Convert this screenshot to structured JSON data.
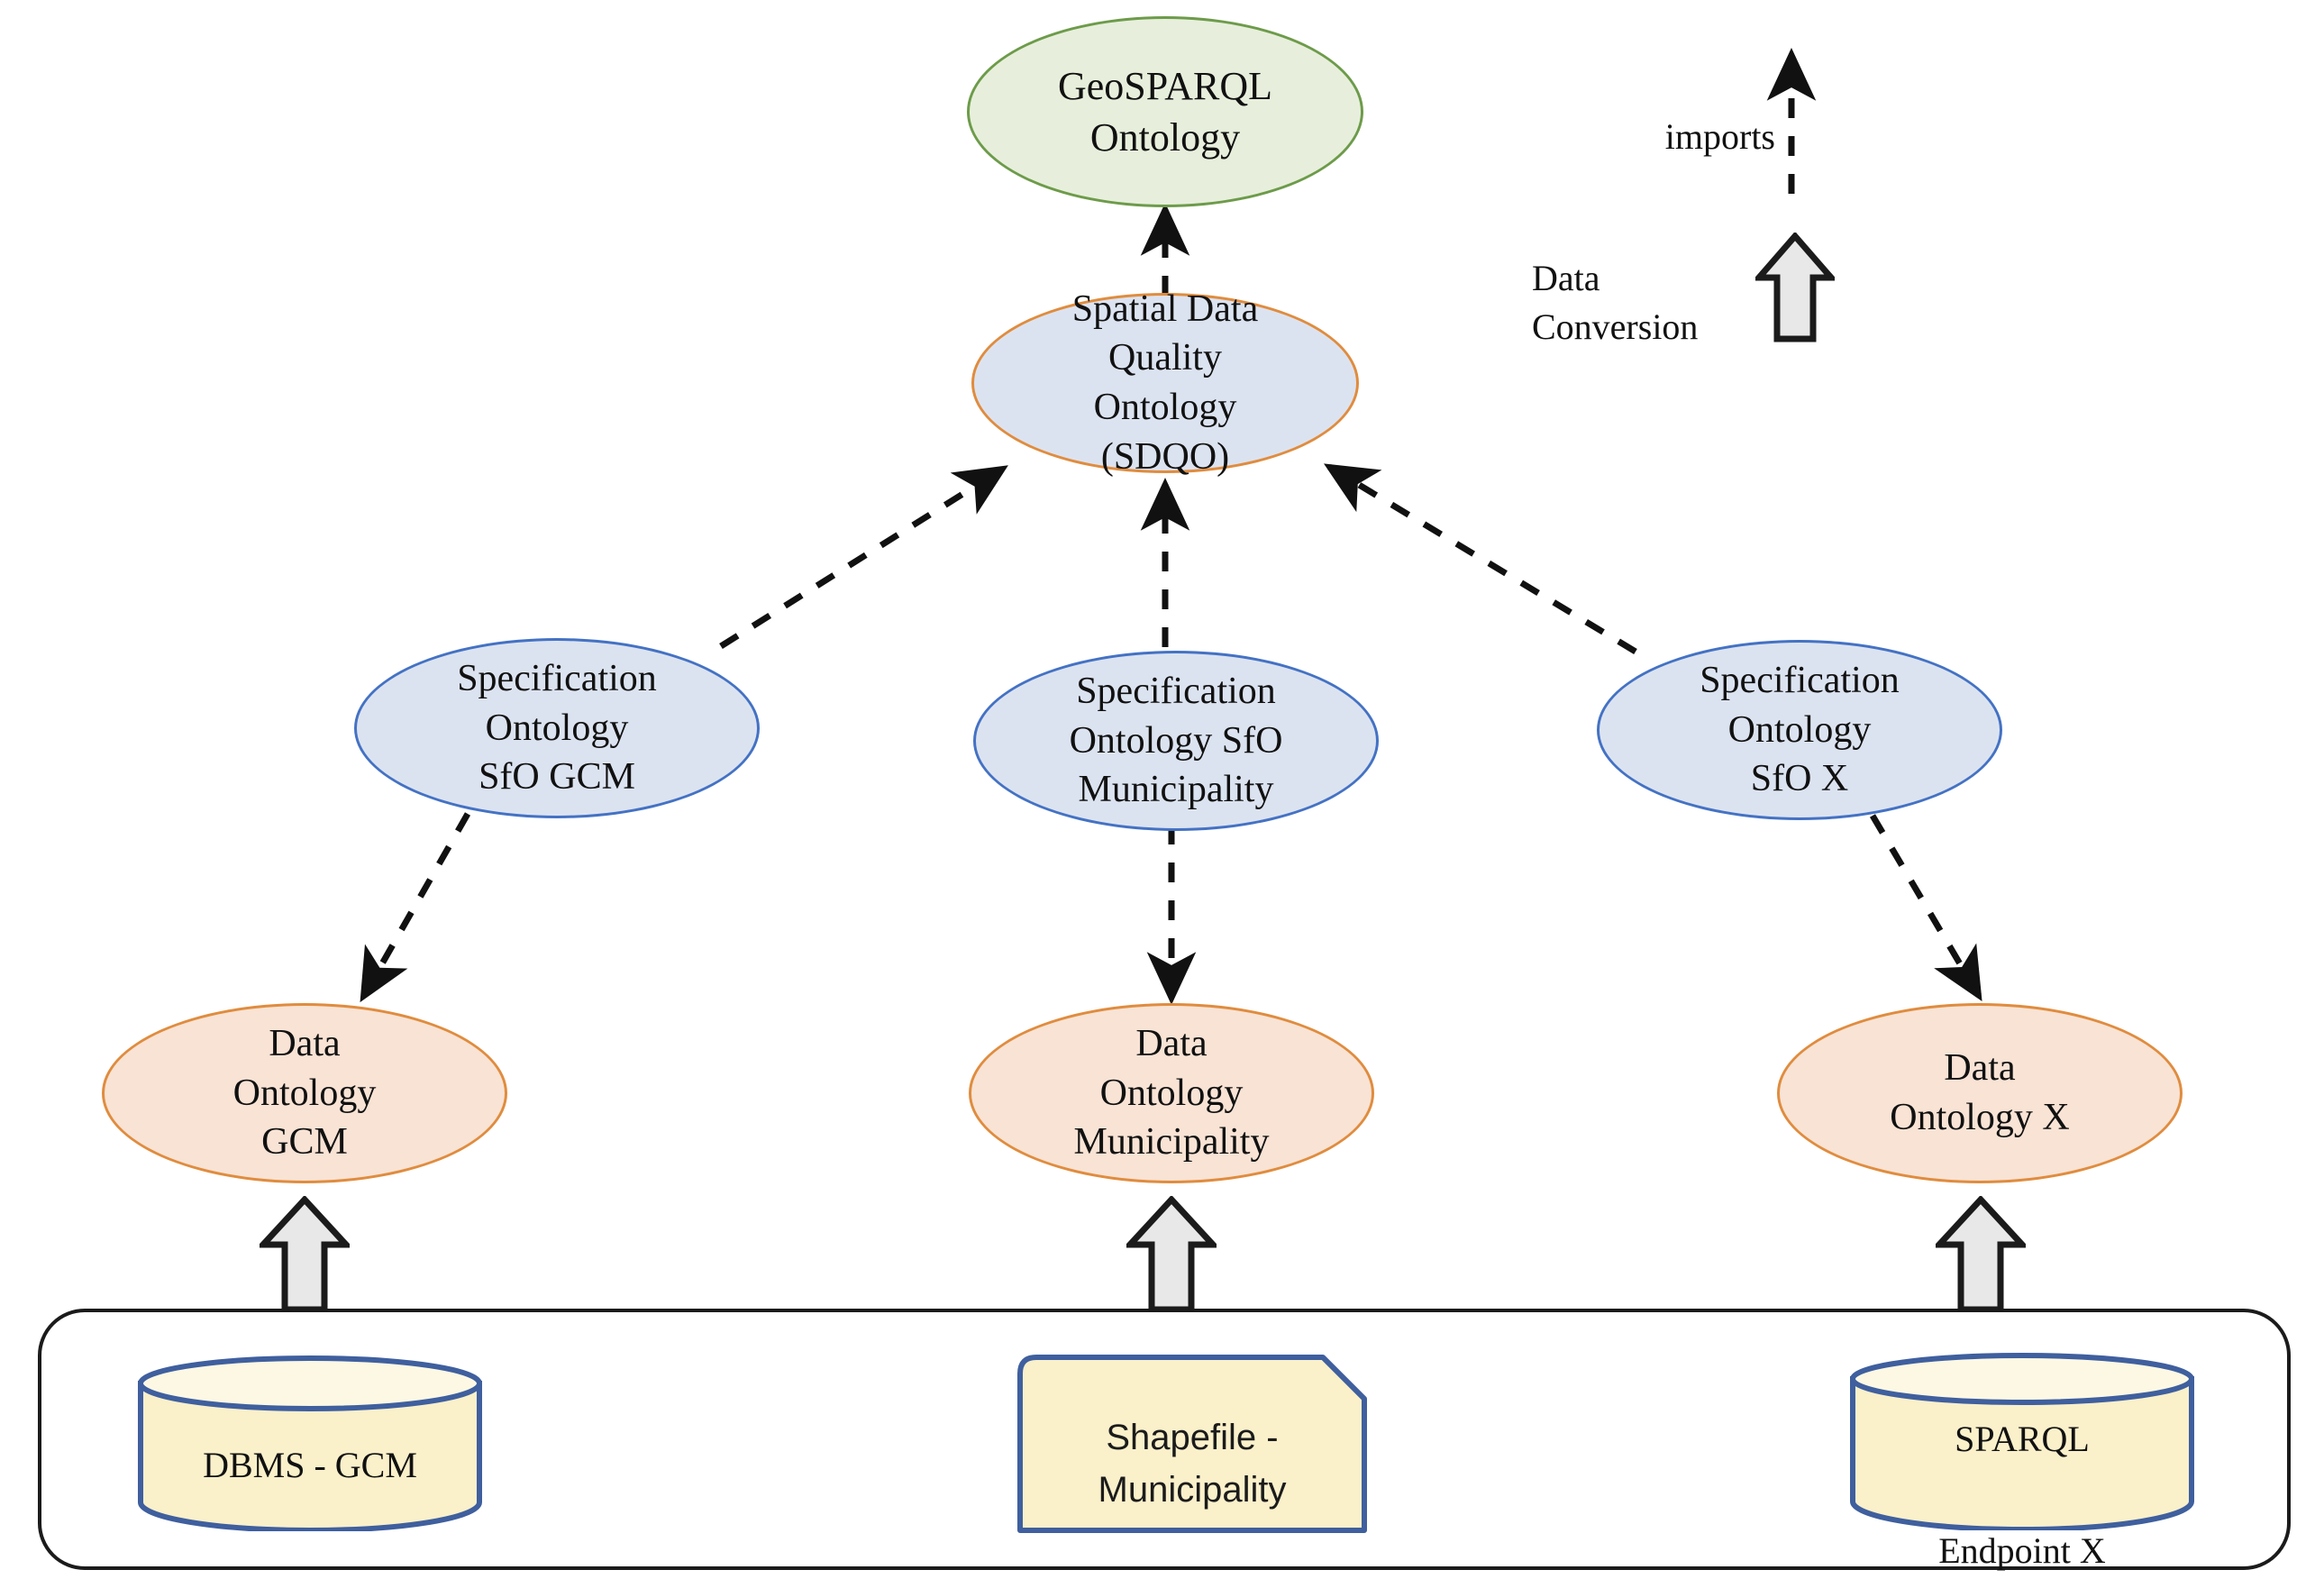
{
  "diagram": {
    "title": "Ontology architecture for spatial data quality",
    "background": "#ffffff"
  },
  "colors": {
    "geosparql_fill": "#e7efdc",
    "geosparql_stroke": "#6d9b4a",
    "sdqo_fill": "#dce3f0",
    "sdqo_stroke": "#e08c3e",
    "spec_fill": "#dce3f0",
    "spec_stroke": "#4472c4",
    "data_ontology_fill": "#f8e3d5",
    "data_ontology_stroke": "#e08c3e",
    "source_fill": "#faf0ca",
    "source_stroke": "#3f5f9e",
    "container_stroke": "#1b1b1b",
    "arrow_stroke": "#111111",
    "block_arrow_fill": "#e8e8e8"
  },
  "nodes": {
    "geosparql": {
      "label": "GeoSPARQL\nOntology",
      "shape": "ellipse"
    },
    "sdqo": {
      "label": "Spatial Data\nQuality\nOntology\n(SDQO)",
      "shape": "ellipse"
    },
    "spec_gcm": {
      "label": "Specification\nOntology\nSfO GCM",
      "shape": "ellipse"
    },
    "spec_municipality": {
      "label": "Specification\nOntology SfO\nMunicipality",
      "shape": "ellipse"
    },
    "spec_x": {
      "label": "Specification\nOntology\nSfO X",
      "shape": "ellipse"
    },
    "data_gcm": {
      "label": "Data\nOntology\nGCM",
      "shape": "ellipse"
    },
    "data_municipality": {
      "label": "Data\nOntology\nMunicipality",
      "shape": "ellipse"
    },
    "data_x": {
      "label": "Data\nOntology X",
      "shape": "ellipse"
    }
  },
  "sources": {
    "dbms_gcm": {
      "label": "DBMS - GCM",
      "shape": "cylinder"
    },
    "shapefile_municipality": {
      "label": "Shapefile -\nMunicipality",
      "shape": "document"
    },
    "sparql_endpoint_x": {
      "label": "SPARQL\n\nEndpoint X",
      "shape": "cylinder"
    }
  },
  "legend": {
    "imports_label": "imports",
    "imports_style": "dashed-arrow",
    "conversion_label": "Data\nConversion",
    "conversion_style": "block-arrow"
  },
  "edges": [
    {
      "from": "sdqo",
      "to": "geosparql",
      "type": "imports",
      "style": "dashed-arrow"
    },
    {
      "from": "spec_gcm",
      "to": "sdqo",
      "type": "imports",
      "style": "dashed-arrow"
    },
    {
      "from": "spec_municipality",
      "to": "sdqo",
      "type": "imports",
      "style": "dashed-arrow"
    },
    {
      "from": "spec_x",
      "to": "sdqo",
      "type": "imports",
      "style": "dashed-arrow"
    },
    {
      "from": "spec_gcm",
      "to": "data_gcm",
      "type": "imports",
      "style": "dashed-arrow"
    },
    {
      "from": "spec_municipality",
      "to": "data_municipality",
      "type": "imports",
      "style": "dashed-arrow"
    },
    {
      "from": "spec_x",
      "to": "data_x",
      "type": "imports",
      "style": "dashed-arrow"
    },
    {
      "from": "dbms_gcm",
      "to": "data_gcm",
      "type": "data-conversion",
      "style": "block-arrow"
    },
    {
      "from": "shapefile_municipality",
      "to": "data_municipality",
      "type": "data-conversion",
      "style": "block-arrow"
    },
    {
      "from": "sparql_endpoint_x",
      "to": "data_x",
      "type": "data-conversion",
      "style": "block-arrow"
    }
  ]
}
